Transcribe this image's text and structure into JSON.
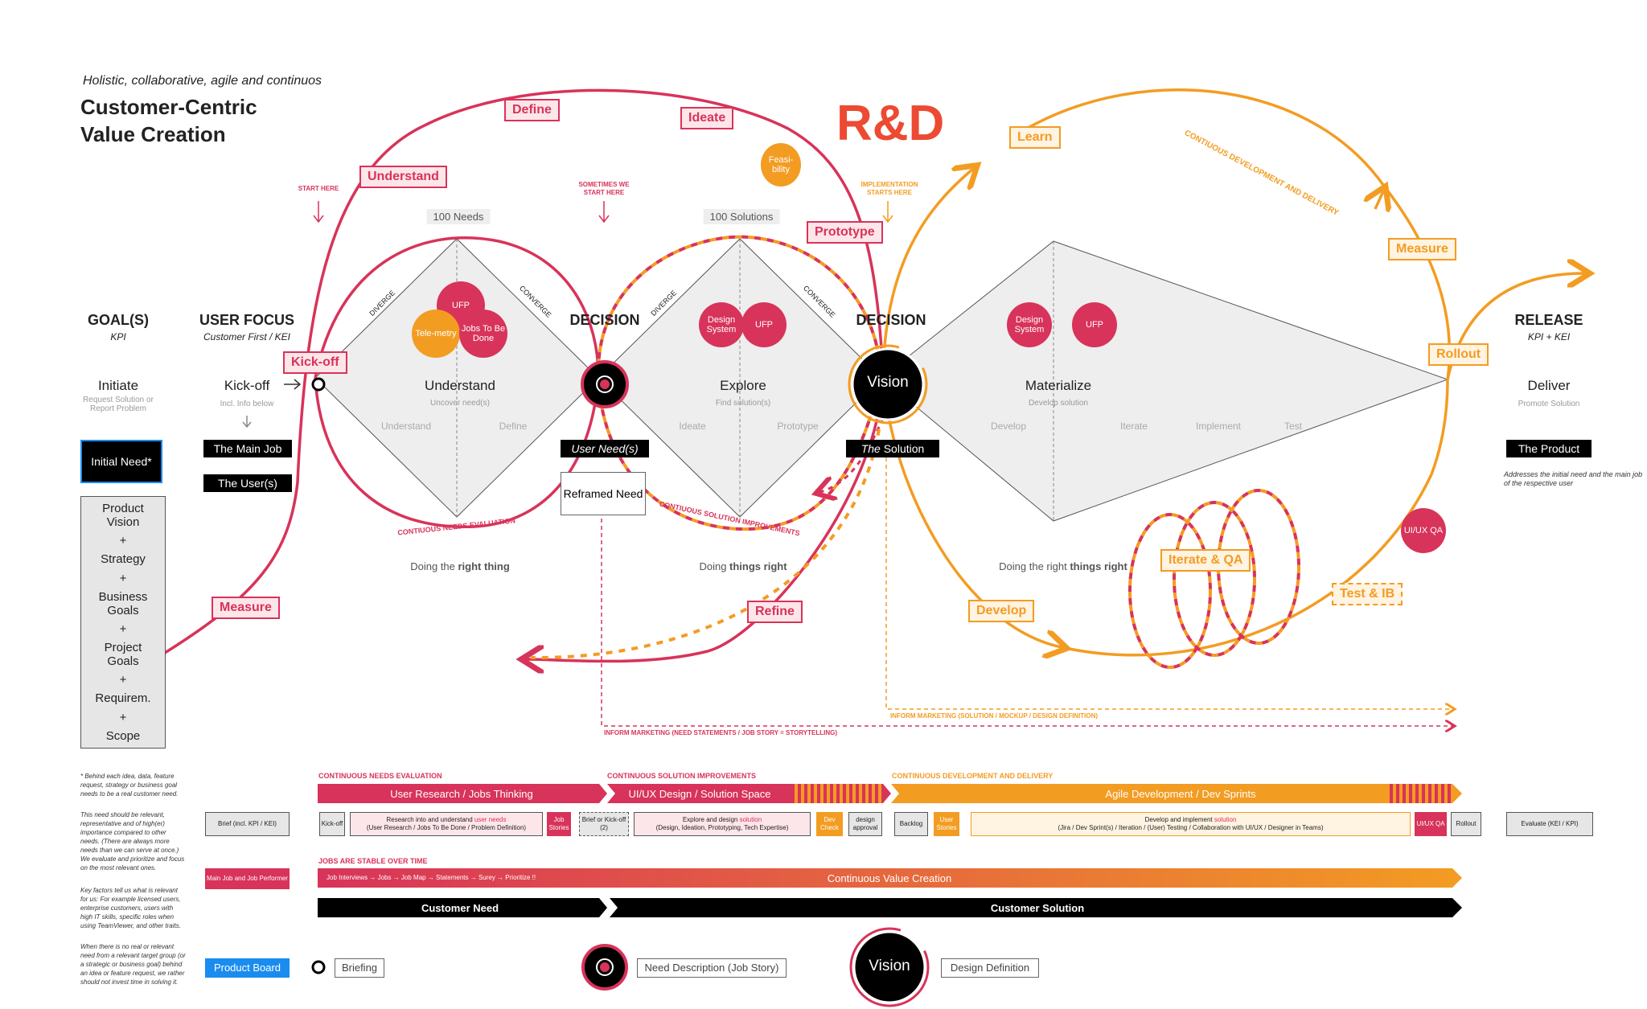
{
  "header": {
    "subtitle": "Holistic, collaborative, agile and continuos",
    "title_line1": "Customer-Centric",
    "title_line2": "Value Creation",
    "rd": "R&D"
  },
  "columns": {
    "goals": {
      "title": "GOAL(S)",
      "sub": "KPI",
      "stage": "Initiate",
      "stage_sub": "Request Solution or Report Problem"
    },
    "user_focus": {
      "title": "USER FOCUS",
      "sub": "Customer First / KEI",
      "stage": "Kick-off",
      "stage_sub": "Incl. Info below"
    },
    "decision1": {
      "title": "DECISION"
    },
    "decision2": {
      "title": "DECISION"
    },
    "release": {
      "title": "RELEASE",
      "sub": "KPI + KEI",
      "stage": "Deliver",
      "stage_sub": "Promote Solution"
    }
  },
  "goals_boxes": {
    "initial_need": "Initial Need*",
    "stack": [
      "Product Vision",
      "+",
      "Strategy",
      "+",
      "Business Goals",
      "+",
      "Project Goals",
      "+",
      "Requirem.",
      "+",
      "Scope"
    ]
  },
  "user_boxes": {
    "main_job": "The Main Job",
    "users": "The User(s)"
  },
  "diamonds": {
    "d1": {
      "label": "Understand",
      "sub": "Uncover need(s)",
      "left": "Understand",
      "right": "Define",
      "diverge": "DIVERGE",
      "converge": "CONVERGE",
      "count": "100 Needs",
      "caption_pre": "Doing the ",
      "caption_bold": "right thing"
    },
    "d2": {
      "label": "Explore",
      "sub": "Find solution(s)",
      "left": "Ideate",
      "right": "Prototype",
      "diverge": "DIVERGE",
      "converge": "CONVERGE",
      "count": "100 Solutions",
      "caption_pre": "Doing ",
      "caption_bold": "things right"
    },
    "d3": {
      "label": "Materialize",
      "sub": "Develop solution",
      "steps": [
        "Develop",
        "Iterate",
        "Implement",
        "Test"
      ],
      "caption_pre": "Doing the right ",
      "caption_bold": "things right"
    }
  },
  "dots": {
    "ufp": "UFP",
    "telemetry": "Tele-metry",
    "jtbd": "Jobs To Be Done",
    "design_system": "Design System",
    "feasibility": "Feasi-bility",
    "uiux_qa": "UI/UX QA"
  },
  "decision_boxes": {
    "user_need": "User Need(s)",
    "reframed": "Reframed Need",
    "vision": "Vision",
    "solution_the": "The",
    "solution": "Solution"
  },
  "release_boxes": {
    "product": "The Product",
    "note": "Addresses the initial need and the main job of the respective user"
  },
  "tags": {
    "kickoff": "Kick-off",
    "understand": "Understand",
    "define": "Define",
    "ideate": "Ideate",
    "prototype": "Prototype",
    "measure_left": "Measure",
    "refine": "Refine",
    "learn": "Learn",
    "measure_right": "Measure",
    "rollout": "Rollout",
    "develop": "Develop",
    "iterate": "Iterate & QA",
    "test": "Test & IB"
  },
  "annotations": {
    "start_here": "START HERE",
    "sometimes": "SOMETIMES WE START HERE",
    "impl_starts": "IMPLEMENTATION STARTS HERE",
    "cont_needs": "CONTIUOUS NEEDS EVALUATION",
    "cont_solution": "CONTIUOUS SOLUTION IMPROVEMENTS",
    "cont_dev": "CONTIUOUS DEVELOPMENT AND DELIVERY",
    "inform_solution": "INFORM MARKETING (SOLUTION / MOCKUP / DESIGN DEFINITION)",
    "inform_needs": "INFORM MARKETING (NEED STATEMENTS / JOB STORY = STORYTELLING)"
  },
  "bottom": {
    "h_needs": "CONTINUOUS NEEDS EVALUATION",
    "h_solution": "CONTINUOUS SOLUTION IMPROVEMENTS",
    "h_dev": "CONTINUOUS DEVELOPMENT AND DELIVERY",
    "bar_research": "User Research / Jobs Thinking",
    "bar_uiux": "UI/UX Design / Solution Space",
    "bar_agile": "Agile Development / Dev Sprints",
    "brief": "Brief (incl. KPI / KEI)",
    "kickoff": "Kick-off",
    "research_a": "Research into and understand ",
    "research_hl": "user needs",
    "research_b": "(User Research / Jobs To Be Done / Problem Definition)",
    "job_stories": "Job Stories",
    "brief_kickoff": "Brief or Kick-off (2)",
    "explore_a": "Explore and design ",
    "explore_hl": "solution",
    "explore_b": "(Design, Ideation, Prototyping, Tech Expertise)",
    "dev_check": "Dev Check",
    "design_approval": "design approval",
    "backlog": "Backlog",
    "user_stories": "User Stories",
    "develop_a": "Develop and implement ",
    "develop_hl": "solution",
    "develop_b": "(Jira / Dev Sprint(s) / Iteration / (User) Testing / Collaboration with UI/UX / Designer in Teams)",
    "uiux_qa": "UI/UX QA",
    "rollout": "Rollout",
    "evaluate": "Evaluate (KEI / KPI)",
    "jobs_stable": "JOBS ARE STABLE OVER TIME",
    "main_job": "Main Job and Job Performer",
    "flow": "Job Interviews → Jobs → Job Map → Statements → Surey → Prioritize !!",
    "cvc": "Continuous Value Creation",
    "customer_need": "Customer Need",
    "customer_solution": "Customer Solution",
    "product_board": "Product Board",
    "briefing": "Briefing",
    "need_desc": "Need Description (Job Story)",
    "vision": "Vision",
    "design_def": "Design Definition"
  },
  "footnote": [
    "* Behind each idea, data, feature request, strategy or business goal needs to be a real customer need.",
    "This need should be relevant, representative and of high(er) importance compared to other needs. (There are always more needs than we can serve at once.) We evaluate and prioritize and focus on the most relevant ones.",
    "Key factors tell us what is relevant for us: For example licensed users, enterprise customers, users with high IT skills, specific roles when using TeamViewer, and other traits.",
    "When there is no real or relevant need from a relevant target group (or a strategic or business goal) behind an idea or feature request, we rather should not invest time in solving it."
  ],
  "colors": {
    "red": "#d8335a",
    "orange": "#f39c22",
    "black": "#000000",
    "blue": "#1a8cf0",
    "gray": "#e6e6e6"
  }
}
